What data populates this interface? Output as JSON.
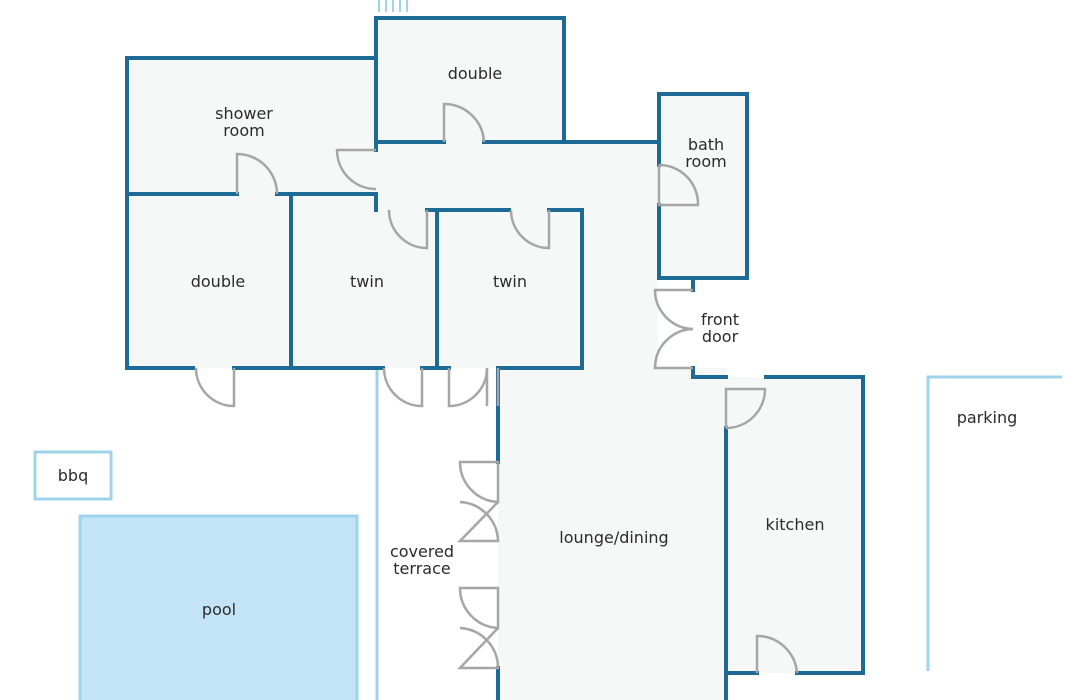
{
  "rooms": {
    "double_top": "double",
    "shower_room_1": "shower",
    "shower_room_2": "room",
    "bath_room_1": "bath",
    "bath_room_2": "room",
    "double_left": "double",
    "twin_1": "twin",
    "twin_2": "twin",
    "front_door_1": "front",
    "front_door_2": "door",
    "bbq": "bbq",
    "pool": "pool",
    "covered_terrace_1": "covered",
    "covered_terrace_2": "terrace",
    "lounge_dining": "lounge/dining",
    "kitchen": "kitchen",
    "parking": "parking"
  },
  "colors": {
    "wall": "#1c6a95",
    "outline": "#9fd3ec",
    "pool_fill": "#c3e4f7",
    "room_fill": "#f6f7f7",
    "door": "#a6a6a6"
  }
}
